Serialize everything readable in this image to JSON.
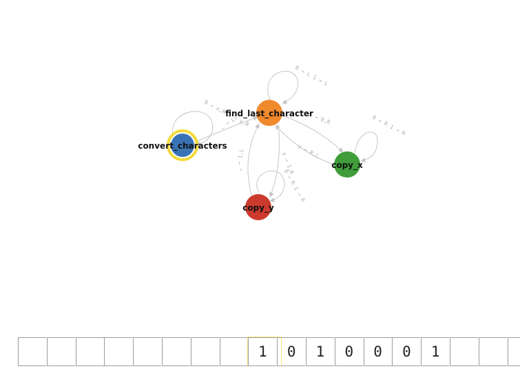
{
  "diagram": {
    "states": [
      {
        "name": "find_last_character",
        "color": "#f0882c",
        "current": false
      },
      {
        "name": "convert_characters",
        "color": "#3a73b5",
        "current": true
      },
      {
        "name": "copy_x",
        "color": "#3f9e3a",
        "current": false
      },
      {
        "name": "copy_y",
        "color": "#cc3a2e",
        "current": false
      }
    ],
    "highlight_color": "#f3da3a",
    "transitions": [
      {
        "from": "find_last_character",
        "to": "find_last_character",
        "label": "0 → L  1 → L"
      },
      {
        "from": "find_last_character",
        "to": "copy_x",
        "label": "x → 0,R"
      },
      {
        "from": "copy_x",
        "to": "copy_x",
        "label": "0 → R  1 → R"
      },
      {
        "from": "copy_x",
        "to": "find_last_character",
        "label": "y → R,L"
      },
      {
        "from": "convert_characters",
        "to": "convert_characters",
        "label": "0 → x,R  1 → y,R"
      },
      {
        "from": "convert_characters",
        "to": "find_last_character",
        "label": "⎵ → L"
      },
      {
        "from": "find_last_character",
        "to": "copy_y",
        "label": "y → 1,R"
      },
      {
        "from": "copy_y",
        "to": "copy_y",
        "label": "0 → R  1 → R"
      },
      {
        "from": "copy_y",
        "to": "find_last_character",
        "label": "⎵ → 1,L"
      }
    ]
  },
  "tape": {
    "cells": [
      "",
      "",
      "",
      "",
      "",
      "",
      "",
      "",
      "1",
      "0",
      "1",
      "0",
      "0",
      "0",
      "1",
      "",
      "",
      ""
    ],
    "head_index": 8
  }
}
